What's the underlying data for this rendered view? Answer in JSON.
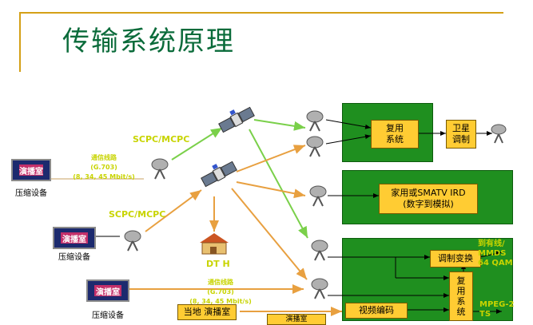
{
  "title": "传输系统原理",
  "labels": {
    "scpc_top": "SCPC/MCPC",
    "scpc_mid": "SCPC/MCPC",
    "link1": "通信线路\n(G.703)\n(8, 34, 45 Mbit/s)",
    "link2": "通信线路\n(G.703)\n(8, 34, 45 Mbit/s)",
    "dth": "DT H",
    "studio_text": "演播室",
    "compress1": "压缩设备",
    "compress2": "压缩设备",
    "compress3": "压缩设备",
    "local_studio": "当地 演播室",
    "local_bottom": "演播室",
    "mux_top": "复用\n系统",
    "sat_mod": "卫星\n调制",
    "ird": "家用或SMATV  IRD\n(数字到模拟)",
    "mod_convert": "调制变换",
    "video_encode": "视频编码",
    "mux_bottom": "复\n用\n系\n统",
    "cable_out": "到有线/\nMMDS\n64 QAM",
    "mpeg_ts": "MPEG-2\nTS"
  }
}
